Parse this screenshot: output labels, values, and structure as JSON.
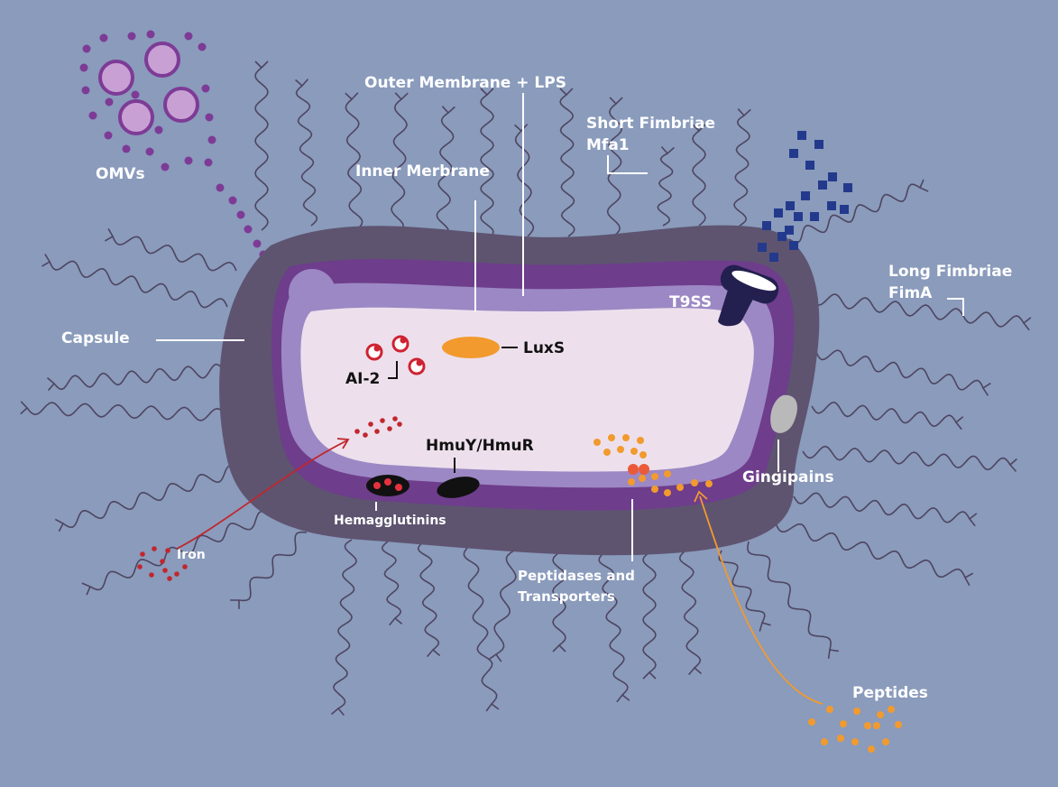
{
  "colors": {
    "background": "#8a9bbc",
    "capsule": "#5e5470",
    "outer_membrane": "#6e3d8c",
    "periplasm": "#9c88c4",
    "cytoplasm": "#ede0ec",
    "fimbriae": "#4e4560",
    "omv": "#7d3b96",
    "omv_fill": "#c9a0d4",
    "t9ss": "#23204f",
    "t9ss_cargo": "#233a8c",
    "luxs": "#f29a2e",
    "ai2": "#cf2331",
    "iron": "#c0272d",
    "peptides": "#f29a2e",
    "gingipains": "#b9b9b9",
    "label_white": "#ffffff",
    "label_black": "#111111"
  },
  "labels": {
    "omvs": "OMVs",
    "outer_membrane": "Outer Membrane + LPS",
    "short_fimbriae_1": "Short Fimbriae",
    "short_fimbriae_2": "Mfa1",
    "inner_membrane": "Inner Merbrane",
    "long_fimbriae_1": "Long Fimbriae",
    "long_fimbriae_2": "FimA",
    "t9ss": "T9SS",
    "capsule": "Capsule",
    "luxs": "LuxS",
    "ai2": "AI-2",
    "hmuy": "HmuY/HmuR",
    "gingipains": "Gingipains",
    "hemagglutinins": "Hemagglutinins",
    "iron": "Iron",
    "peptidases_1": "Peptidases and",
    "peptidases_2": "Transporters",
    "peptides": "Peptides"
  },
  "icons": [
    "omv-vesicle-icon",
    "fimbria-icon",
    "t9ss-pore-icon",
    "gingipain-icon"
  ]
}
